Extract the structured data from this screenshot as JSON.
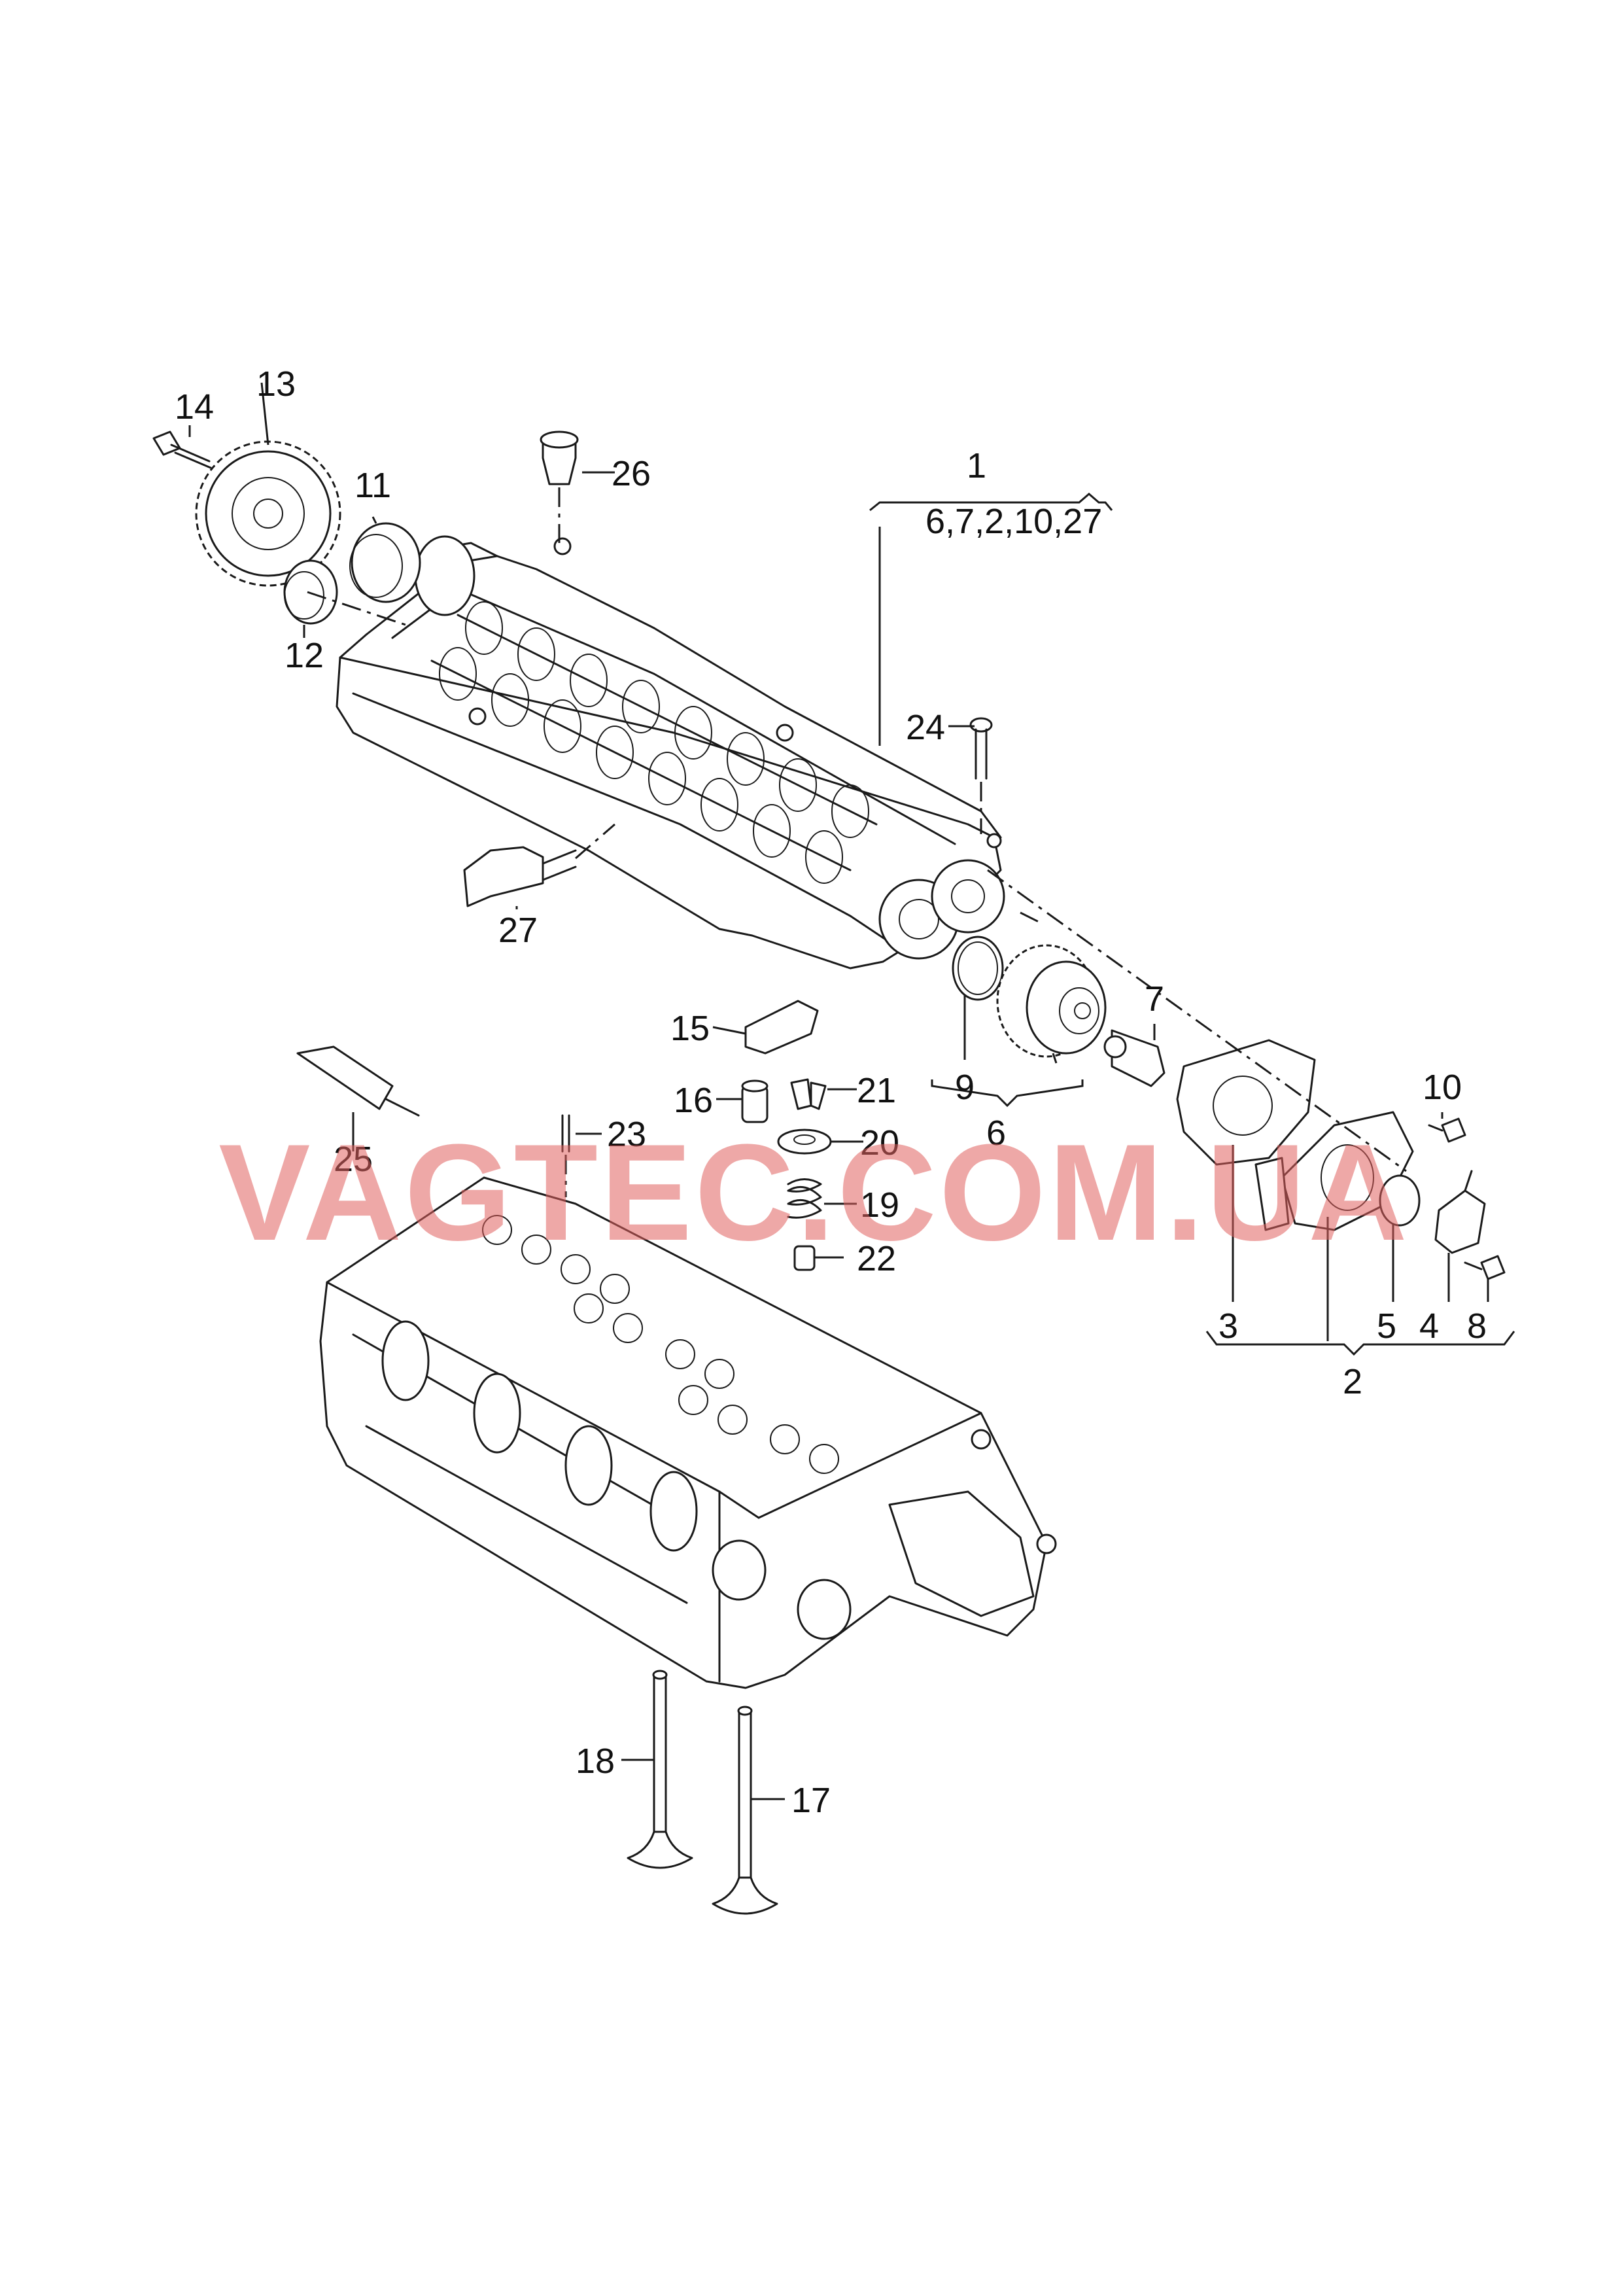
{
  "labels": {
    "l1": "1",
    "l1_sub": "6,7,2,10,27",
    "l2": "2",
    "l3": "3",
    "l4": "4",
    "l5": "5",
    "l6": "6",
    "l7": "7",
    "l8": "8",
    "l9": "9",
    "l10": "10",
    "l11": "11",
    "l12": "12",
    "l13": "13",
    "l14": "14",
    "l15": "15",
    "l16": "16",
    "l17": "17",
    "l18": "18",
    "l19": "19",
    "l20": "20",
    "l21": "21",
    "l22": "22",
    "l23": "23",
    "l24": "24",
    "l25": "25",
    "l26": "26",
    "l27": "27"
  },
  "watermark": "VAGTEC.COM.UA"
}
